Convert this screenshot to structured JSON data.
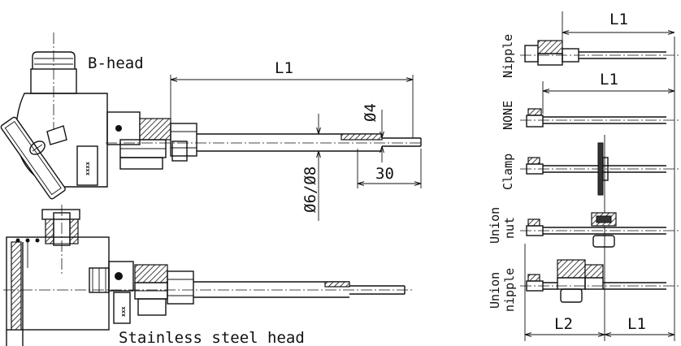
{
  "left": {
    "bhead_label": "B-head",
    "ss_head_label": "Stainless steel head",
    "dim_l1": "L1",
    "dim_d4": "Ø4",
    "dim_30": "30",
    "dim_d6d8": "Ø6/Ø8",
    "marking_bhead": "xxxx",
    "marking_ss": "xxx"
  },
  "right": {
    "dim_l1_top": "L1",
    "dim_l1_none": "L1",
    "dim_l2_bottom": "L2",
    "dim_l1_bottom": "L1",
    "variants": [
      {
        "label": "Nipple"
      },
      {
        "label": "NONE"
      },
      {
        "label": "Clamp"
      },
      {
        "label_line1": "Union",
        "label_line2": "nut"
      },
      {
        "label_line1": "Union",
        "label_line2": "nipple"
      }
    ]
  }
}
